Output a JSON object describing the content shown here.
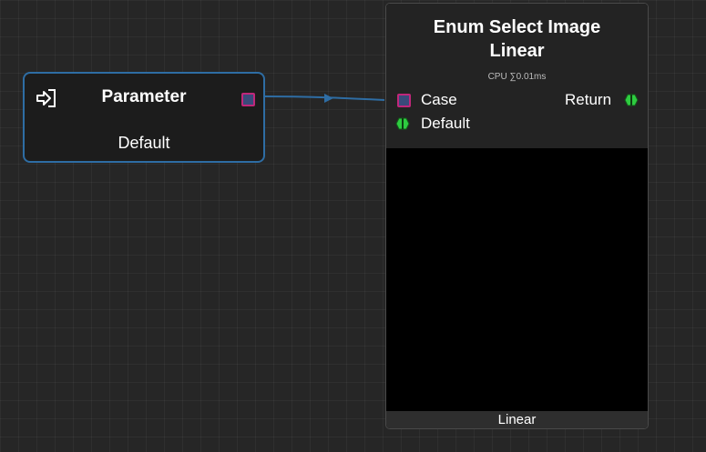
{
  "parameter_node": {
    "title": "Parameter",
    "value": "Default",
    "icon": "input-arrow-icon"
  },
  "enum_node": {
    "title_line1": "Enum Select Image",
    "title_line2": "Linear",
    "cpu_label": "CPU ∑0.01ms",
    "inputs": [
      {
        "label": "Case",
        "pin": "square",
        "color": "#c0277a"
      },
      {
        "label": "Default",
        "pin": "hexagon",
        "color": "#2ecc40"
      }
    ],
    "output": {
      "label": "Return",
      "pin": "hexagon",
      "color": "#2ecc40"
    },
    "footer": "Linear"
  },
  "colors": {
    "background": "#262626",
    "wire": "#2e6da4",
    "selection_border": "#2e6da4",
    "image_pin": "#2ecc40",
    "enum_pin": "#c0277a"
  }
}
